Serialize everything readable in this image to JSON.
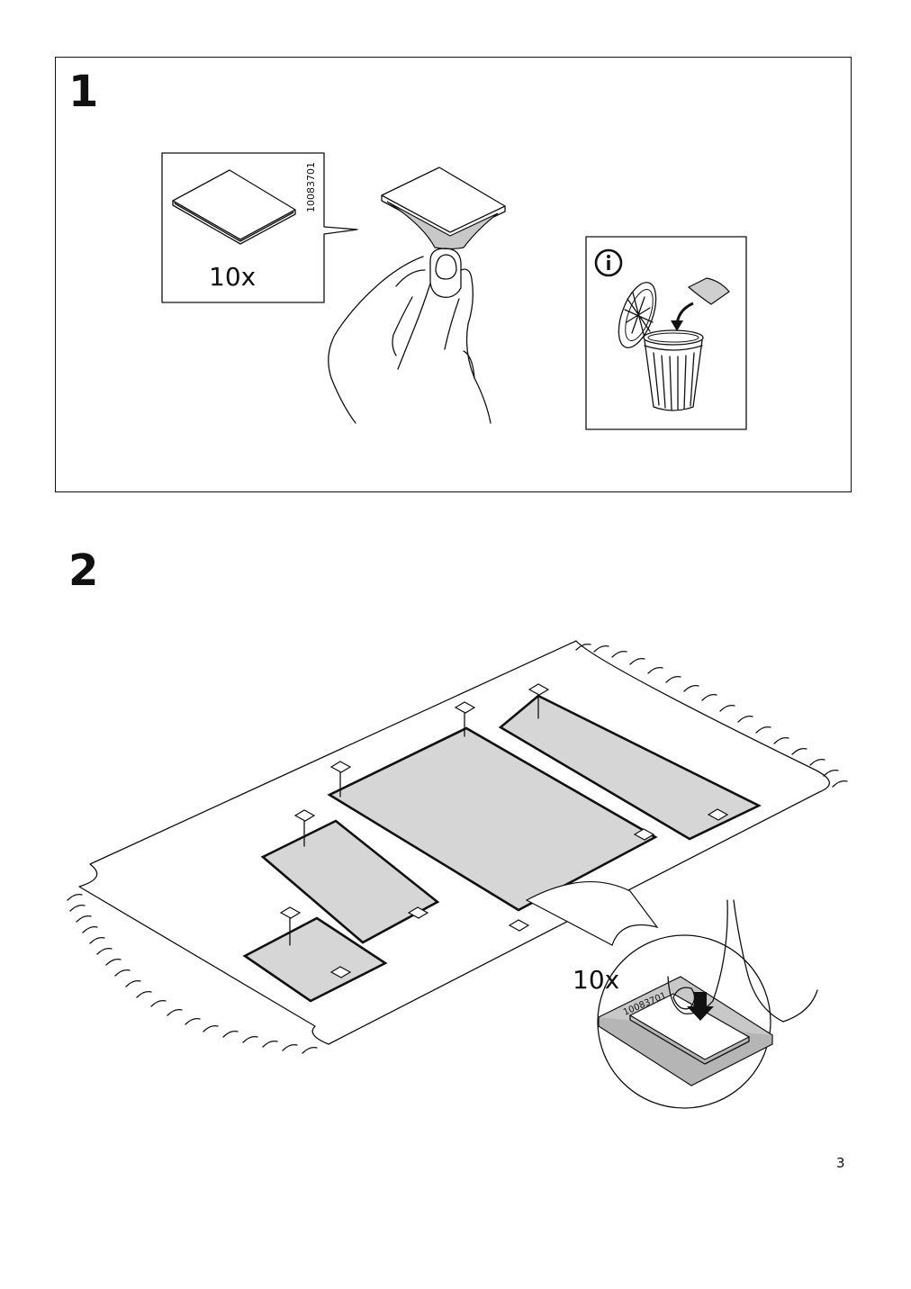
{
  "step1": {
    "number": "1",
    "pad_quantity": "10x",
    "article_number": "10083701"
  },
  "info_panel": {
    "icon": "info-icon",
    "topic": "discard-backing-paper"
  },
  "step2": {
    "number": "2",
    "pad_quantity": "10x",
    "article_number": "10083701"
  },
  "page": {
    "number": "3"
  }
}
